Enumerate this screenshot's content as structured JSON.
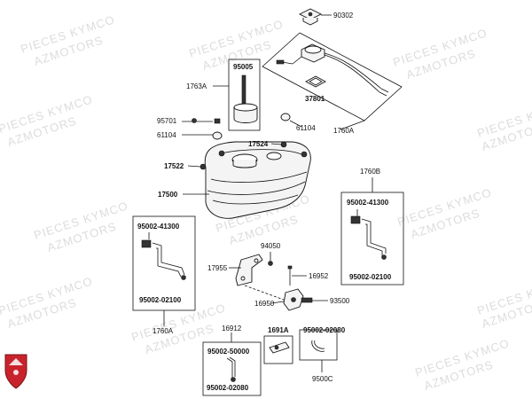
{
  "watermark": {
    "line1": "PIECES KYMCO",
    "line2": "AZMOTORS"
  },
  "labels": {
    "p90302": "90302",
    "p95005": "95005",
    "p1763A": "1763A",
    "p37801": "37801",
    "p95701": "95701",
    "p61104a": "61104",
    "p61104b": "61104",
    "p1760A_top": "1760A",
    "p17524": "17524",
    "p17522": "17522",
    "p17500": "17500",
    "p1760B": "1760B",
    "p95002_41300_left": "95002-41300",
    "p95002_02100_left": "95002-02100",
    "p1760A_left": "1760A",
    "p95002_41300_right": "95002-41300",
    "p95002_02100_right": "95002-02100",
    "p94050": "94050",
    "p17955": "17955",
    "p16952": "16952",
    "p16950": "16950",
    "p93500": "93500",
    "p16912": "16912",
    "p95002_50000": "95002-50000",
    "p95002_02080_a": "95002-02080",
    "p1691A": "1691A",
    "p95002_02080_b": "95002-02080",
    "p9500C": "9500C"
  },
  "colors": {
    "logo": "#c8232c",
    "watermark": "#dcdcdc"
  }
}
